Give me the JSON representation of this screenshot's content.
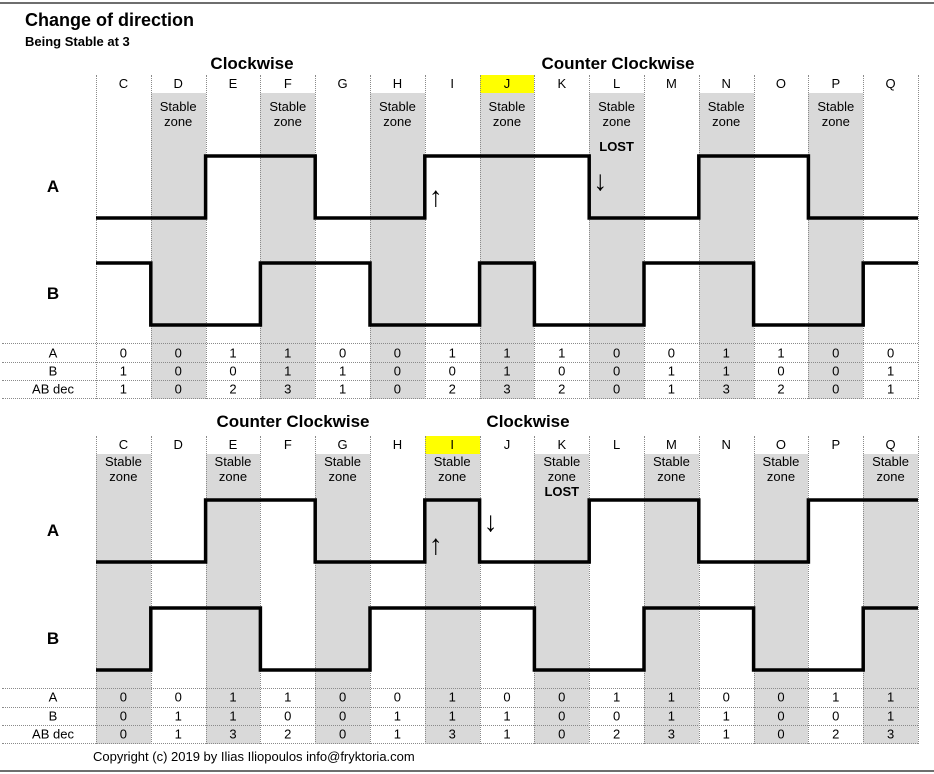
{
  "page": {
    "title": "Change of direction",
    "subtitle": "Being Stable at 3",
    "copyright": "Copyright (c) 2019 by Ilias Iliopoulos info@fryktoria.com"
  },
  "colors": {
    "stable_zone_bg": "#d9d9d9",
    "highlight_bg": "#ffff00",
    "waveform_stroke": "#000000"
  },
  "labels": {
    "stable_zone_line1": "Stable",
    "stable_zone_line2": "zone",
    "lost": "LOST",
    "up_arrow": "↑",
    "down_arrow": "↓"
  },
  "chart_data": [
    {
      "type": "line",
      "subtype": "digital-timing-diagram",
      "title_left": "Clockwise",
      "title_right": "Counter Clockwise",
      "categories": [
        "C",
        "D",
        "E",
        "F",
        "G",
        "H",
        "I",
        "J",
        "K",
        "L",
        "M",
        "N",
        "O",
        "P",
        "Q"
      ],
      "highlight_column": "J",
      "stable_zone_columns": [
        "D",
        "F",
        "H",
        "J",
        "L",
        "N",
        "P"
      ],
      "lost_column": "L",
      "rising_edge_arrow_column": "I",
      "falling_edge_arrow_column": "L",
      "series": [
        {
          "name": "A",
          "values": [
            0,
            0,
            1,
            1,
            0,
            0,
            1,
            1,
            1,
            0,
            0,
            1,
            1,
            0,
            0
          ]
        },
        {
          "name": "B",
          "values": [
            1,
            0,
            0,
            1,
            1,
            0,
            0,
            1,
            0,
            0,
            1,
            1,
            0,
            0,
            1
          ]
        }
      ],
      "table_rows": [
        {
          "label": "A",
          "values": [
            0,
            0,
            1,
            1,
            0,
            0,
            1,
            1,
            1,
            0,
            0,
            1,
            1,
            0,
            0
          ]
        },
        {
          "label": "B",
          "values": [
            1,
            0,
            0,
            1,
            1,
            0,
            0,
            1,
            0,
            0,
            1,
            1,
            0,
            0,
            1
          ]
        },
        {
          "label": "AB dec",
          "values": [
            1,
            0,
            2,
            3,
            1,
            0,
            2,
            3,
            2,
            0,
            1,
            3,
            2,
            0,
            1
          ]
        }
      ]
    },
    {
      "type": "line",
      "subtype": "digital-timing-diagram",
      "title_left": "Counter Clockwise",
      "title_right": "Clockwise",
      "categories": [
        "C",
        "D",
        "E",
        "F",
        "G",
        "H",
        "I",
        "J",
        "K",
        "L",
        "M",
        "N",
        "O",
        "P",
        "Q"
      ],
      "highlight_column": "I",
      "stable_zone_columns": [
        "C",
        "E",
        "G",
        "I",
        "K",
        "M",
        "O",
        "Q"
      ],
      "lost_column": "K",
      "rising_edge_arrow_column": "I",
      "falling_edge_arrow_column": "J",
      "series": [
        {
          "name": "A",
          "values": [
            0,
            0,
            1,
            1,
            0,
            0,
            1,
            0,
            0,
            1,
            1,
            0,
            0,
            1,
            1
          ]
        },
        {
          "name": "B",
          "values": [
            0,
            1,
            1,
            0,
            0,
            1,
            1,
            1,
            0,
            0,
            1,
            1,
            0,
            0,
            1
          ]
        }
      ],
      "table_rows": [
        {
          "label": "A",
          "values": [
            0,
            0,
            1,
            1,
            0,
            0,
            1,
            0,
            0,
            1,
            1,
            0,
            0,
            1,
            1
          ]
        },
        {
          "label": "B",
          "values": [
            0,
            1,
            1,
            0,
            0,
            1,
            1,
            1,
            0,
            0,
            1,
            1,
            0,
            0,
            1
          ]
        },
        {
          "label": "AB dec",
          "values": [
            0,
            1,
            3,
            2,
            0,
            1,
            3,
            1,
            0,
            2,
            3,
            1,
            0,
            2,
            3
          ]
        }
      ]
    }
  ]
}
